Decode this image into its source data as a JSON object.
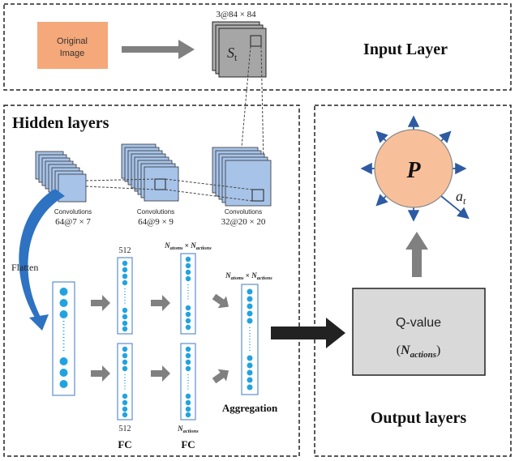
{
  "input_panel": {
    "title": "Input Layer",
    "original_image_label": [
      "Original",
      "Image"
    ],
    "state_size": "3@84 × 84",
    "state_symbol": "S",
    "state_subscript": "t"
  },
  "hidden_panel": {
    "title": "Hidden layers",
    "conv_caption": "Convolutions",
    "conv_sizes": [
      "64@7 × 7",
      "64@9 × 9",
      "32@20 × 20"
    ],
    "flatten_label": "Flatten",
    "fc_top_size": "512",
    "fc_bottom_size": "512",
    "fc_label": "FC",
    "top_branch_label": {
      "n": "N",
      "sub1": "atoms",
      "times": " × ",
      "sub2": "actions"
    },
    "bottom_branch_label": {
      "n": "N",
      "sub": "actions"
    },
    "aggregation_label": "Aggregation",
    "aggregation_size": {
      "n": "N",
      "sub1": "atoms",
      "times": " × ",
      "sub2": "actions"
    }
  },
  "output_panel": {
    "title": "Output layers",
    "qvalue_label": "Q-value",
    "qvalue_size": {
      "n": "N",
      "sub": "actions"
    },
    "policy_symbol": "P",
    "action_symbol": "a",
    "action_subscript": "t"
  },
  "colors": {
    "original_image_fill": "#f5a879",
    "state_fill": "#a6a6a6",
    "conv_fill": "#a7c3e8",
    "node_fill": "#21a3e0",
    "vector_border": "#5b8fd0",
    "policy_fill": "#f8c09a",
    "qvalue_fill": "#d9d9d9",
    "arrow_gray": "#808080",
    "arrow_dark": "#222222",
    "flatten_arrow": "#2e72c2",
    "output_arrow": "#2d5aa2"
  }
}
